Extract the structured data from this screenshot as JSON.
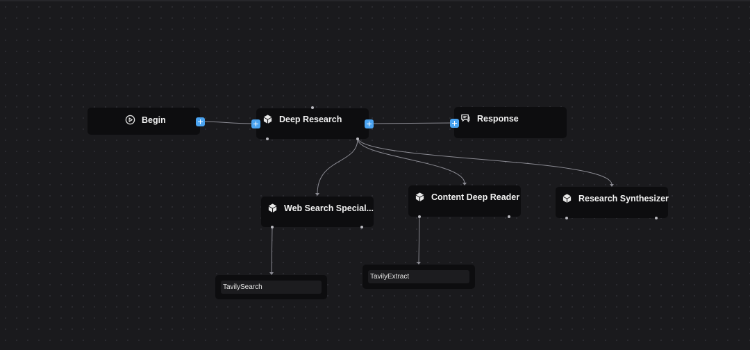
{
  "nodes": {
    "begin": {
      "label": "Begin",
      "icon": "play-circle-icon"
    },
    "deep_research": {
      "label": "Deep Research",
      "icon": "cube-icon"
    },
    "response": {
      "label": "Response",
      "icon": "message-icon"
    },
    "web_search": {
      "label": "Web Search Special...",
      "icon": "cube-icon"
    },
    "content_reader": {
      "label": "Content Deep Reader",
      "icon": "cube-icon"
    },
    "research_synth": {
      "label": "Research Synthesizer",
      "icon": "cube-icon"
    }
  },
  "tools": {
    "tavily_search": {
      "label": "TavilySearch"
    },
    "tavily_extract": {
      "label": "TavilyExtract"
    }
  },
  "colors": {
    "canvas": "#1a1a1d",
    "node": "#0d0d0f",
    "accent": "#4aa3f0",
    "edge": "#8c8c94"
  }
}
